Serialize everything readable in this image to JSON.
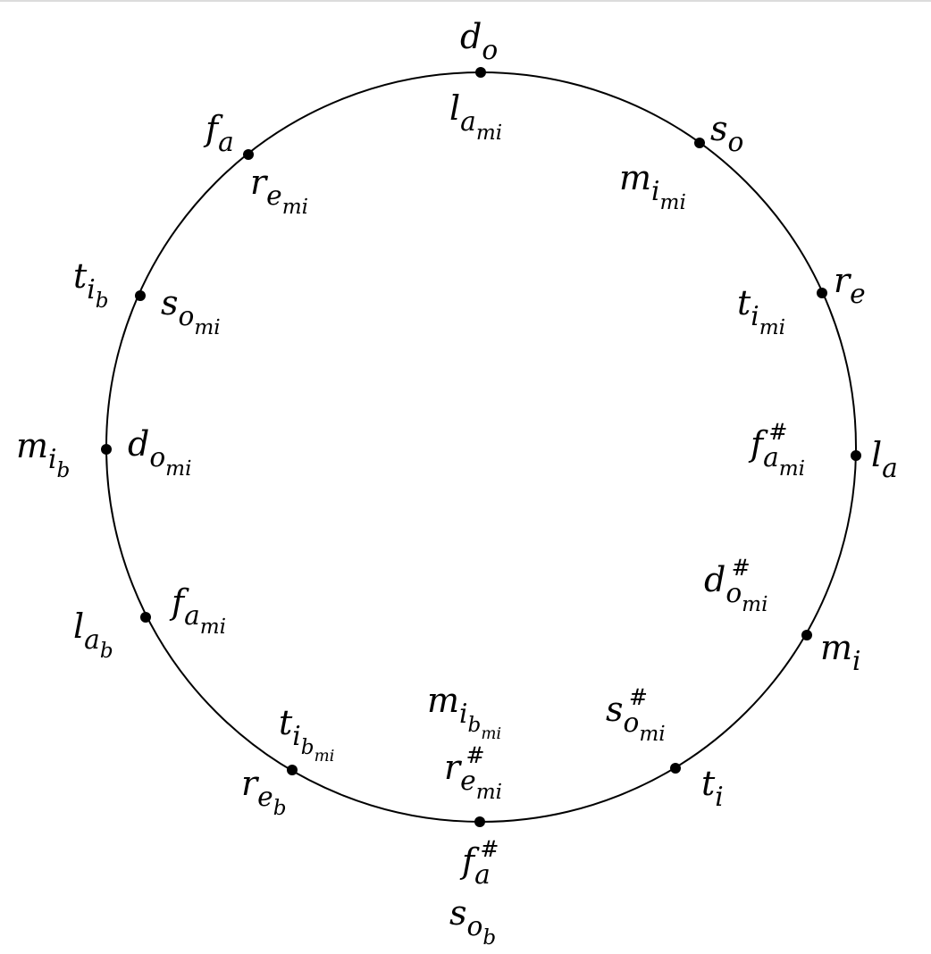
{
  "title": "Circle of fifths solfege",
  "colors": {
    "stroke": "#000000",
    "background": "#ffffff"
  },
  "nodes": [
    {
      "outer": {
        "base": "d",
        "sub": [
          "o"
        ],
        "sup": ""
      },
      "inner": [
        {
          "base": "l",
          "sub": [
            "a",
            "mi"
          ],
          "sup": ""
        }
      ]
    },
    {
      "outer": {
        "base": "s",
        "sub": [
          "o"
        ],
        "sup": ""
      },
      "inner": [
        {
          "base": "m",
          "sub": [
            "i",
            "mi"
          ],
          "sup": ""
        }
      ]
    },
    {
      "outer": {
        "base": "r",
        "sub": [
          "e"
        ],
        "sup": ""
      },
      "inner": [
        {
          "base": "t",
          "sub": [
            "i",
            "mi"
          ],
          "sup": ""
        }
      ]
    },
    {
      "outer": {
        "base": "l",
        "sub": [
          "a"
        ],
        "sup": ""
      },
      "inner": [
        {
          "base": "f",
          "sub": [
            "a",
            "mi"
          ],
          "sup": "#"
        }
      ]
    },
    {
      "outer": {
        "base": "m",
        "sub": [
          "i"
        ],
        "sup": ""
      },
      "inner": [
        {
          "base": "d",
          "sub": [
            "o",
            "mi"
          ],
          "sup": "#"
        }
      ]
    },
    {
      "outer": {
        "base": "t",
        "sub": [
          "i"
        ],
        "sup": ""
      },
      "inner": [
        {
          "base": "s",
          "sub": [
            "o",
            "mi"
          ],
          "sup": "#"
        }
      ]
    },
    {
      "outer": {
        "base": "f",
        "sub": [
          "a"
        ],
        "sup": "#"
      },
      "outer2": {
        "base": "s",
        "sub": [
          "o",
          "b"
        ],
        "sup": ""
      },
      "inner": [
        {
          "base": "m",
          "sub": [
            "i",
            "b",
            "mi"
          ],
          "sup": ""
        },
        {
          "base": "r",
          "sub": [
            "e",
            "mi"
          ],
          "sup": "#"
        }
      ]
    },
    {
      "outer": {
        "base": "r",
        "sub": [
          "e",
          "b"
        ],
        "sup": ""
      },
      "inner": [
        {
          "base": "t",
          "sub": [
            "i",
            "b",
            "mi"
          ],
          "sup": ""
        }
      ]
    },
    {
      "outer": {
        "base": "l",
        "sub": [
          "a",
          "b"
        ],
        "sup": ""
      },
      "inner": [
        {
          "base": "f",
          "sub": [
            "a",
            "mi"
          ],
          "sup": ""
        }
      ]
    },
    {
      "outer": {
        "base": "m",
        "sub": [
          "i",
          "b"
        ],
        "sup": ""
      },
      "inner": [
        {
          "base": "d",
          "sub": [
            "o",
            "mi"
          ],
          "sup": ""
        }
      ]
    },
    {
      "outer": {
        "base": "t",
        "sub": [
          "i",
          "b"
        ],
        "sup": ""
      },
      "inner": [
        {
          "base": "s",
          "sub": [
            "o",
            "mi"
          ],
          "sup": ""
        }
      ]
    },
    {
      "outer": {
        "base": "f",
        "sub": [
          "a"
        ],
        "sup": ""
      },
      "inner": [
        {
          "base": "r",
          "sub": [
            "e",
            "mi"
          ],
          "sup": ""
        }
      ]
    }
  ]
}
